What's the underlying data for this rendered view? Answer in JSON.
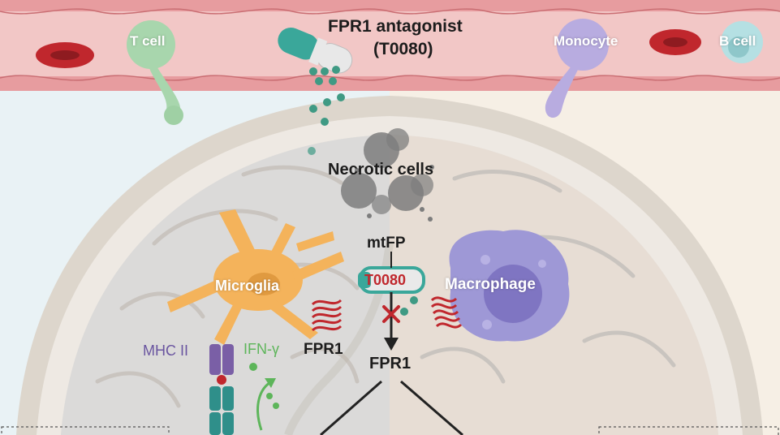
{
  "blood_vessel": {
    "drug": {
      "title": "FPR1  antagonist",
      "code": "(T0080)"
    },
    "cells": {
      "t_cell": "T cell",
      "monocyte": "Monocyte",
      "b_cell": "B cell"
    }
  },
  "brain": {
    "necrotic": "Necrotic cells",
    "ligand": "mtFP",
    "blocker": "T0080",
    "receptor_center": "FPR1",
    "microglia": "Microglia",
    "microglia_receptor": "FPR1",
    "macrophage": "Macrophage",
    "mhc": "MHC II",
    "ifn": "IFN-γ"
  },
  "colors": {
    "vessel": "#f2c7c6",
    "rbc": "#c0272d",
    "microglia": "#f4b35b",
    "macrophage": "#9e98d6",
    "receptor": "#c0272d",
    "drug_teal": "#3aa79a",
    "ifn_green": "#5db55a",
    "mhc_purple": "#7a5fa6"
  }
}
